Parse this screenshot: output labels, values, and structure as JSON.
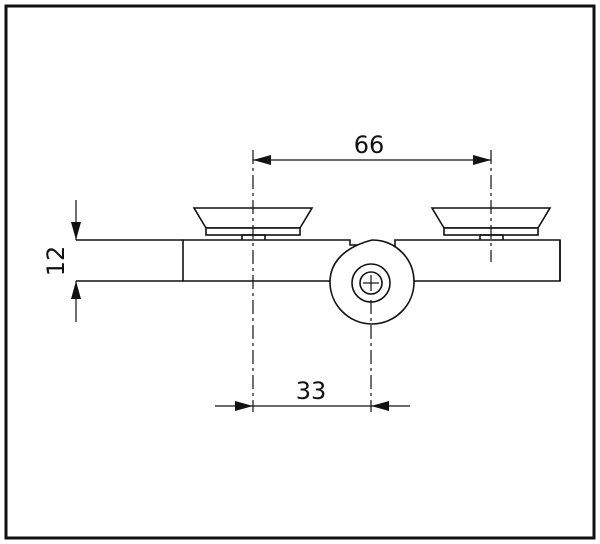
{
  "dimensions": {
    "thickness": "12",
    "pad_spacing": "66",
    "pivot_offset": "33"
  }
}
